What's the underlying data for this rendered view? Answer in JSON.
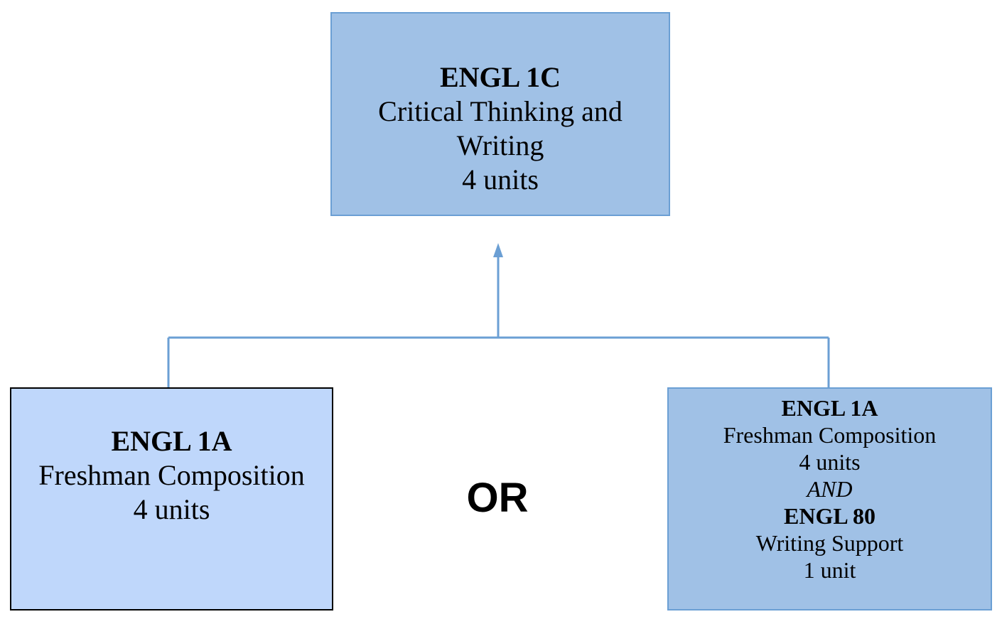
{
  "top_box": {
    "code": "ENGL 1C",
    "title_line1": "Critical Thinking and",
    "title_line2": "Writing",
    "units": "4 units"
  },
  "left_box": {
    "code": "ENGL 1A",
    "title": "Freshman Composition",
    "units": "4 units"
  },
  "right_box": {
    "course1_code": "ENGL 1A",
    "course1_title": "Freshman Composition",
    "course1_units": "4 units",
    "conjunction": "AND",
    "course2_code": "ENGL 80",
    "course2_title": "Writing Support",
    "course2_units": "1 unit"
  },
  "or_label": "OR",
  "colors": {
    "connector": "#6b9fd4",
    "top_fill": "#a0c1e6",
    "left_fill": "#bfd7fb",
    "right_fill": "#a0c1e6"
  }
}
